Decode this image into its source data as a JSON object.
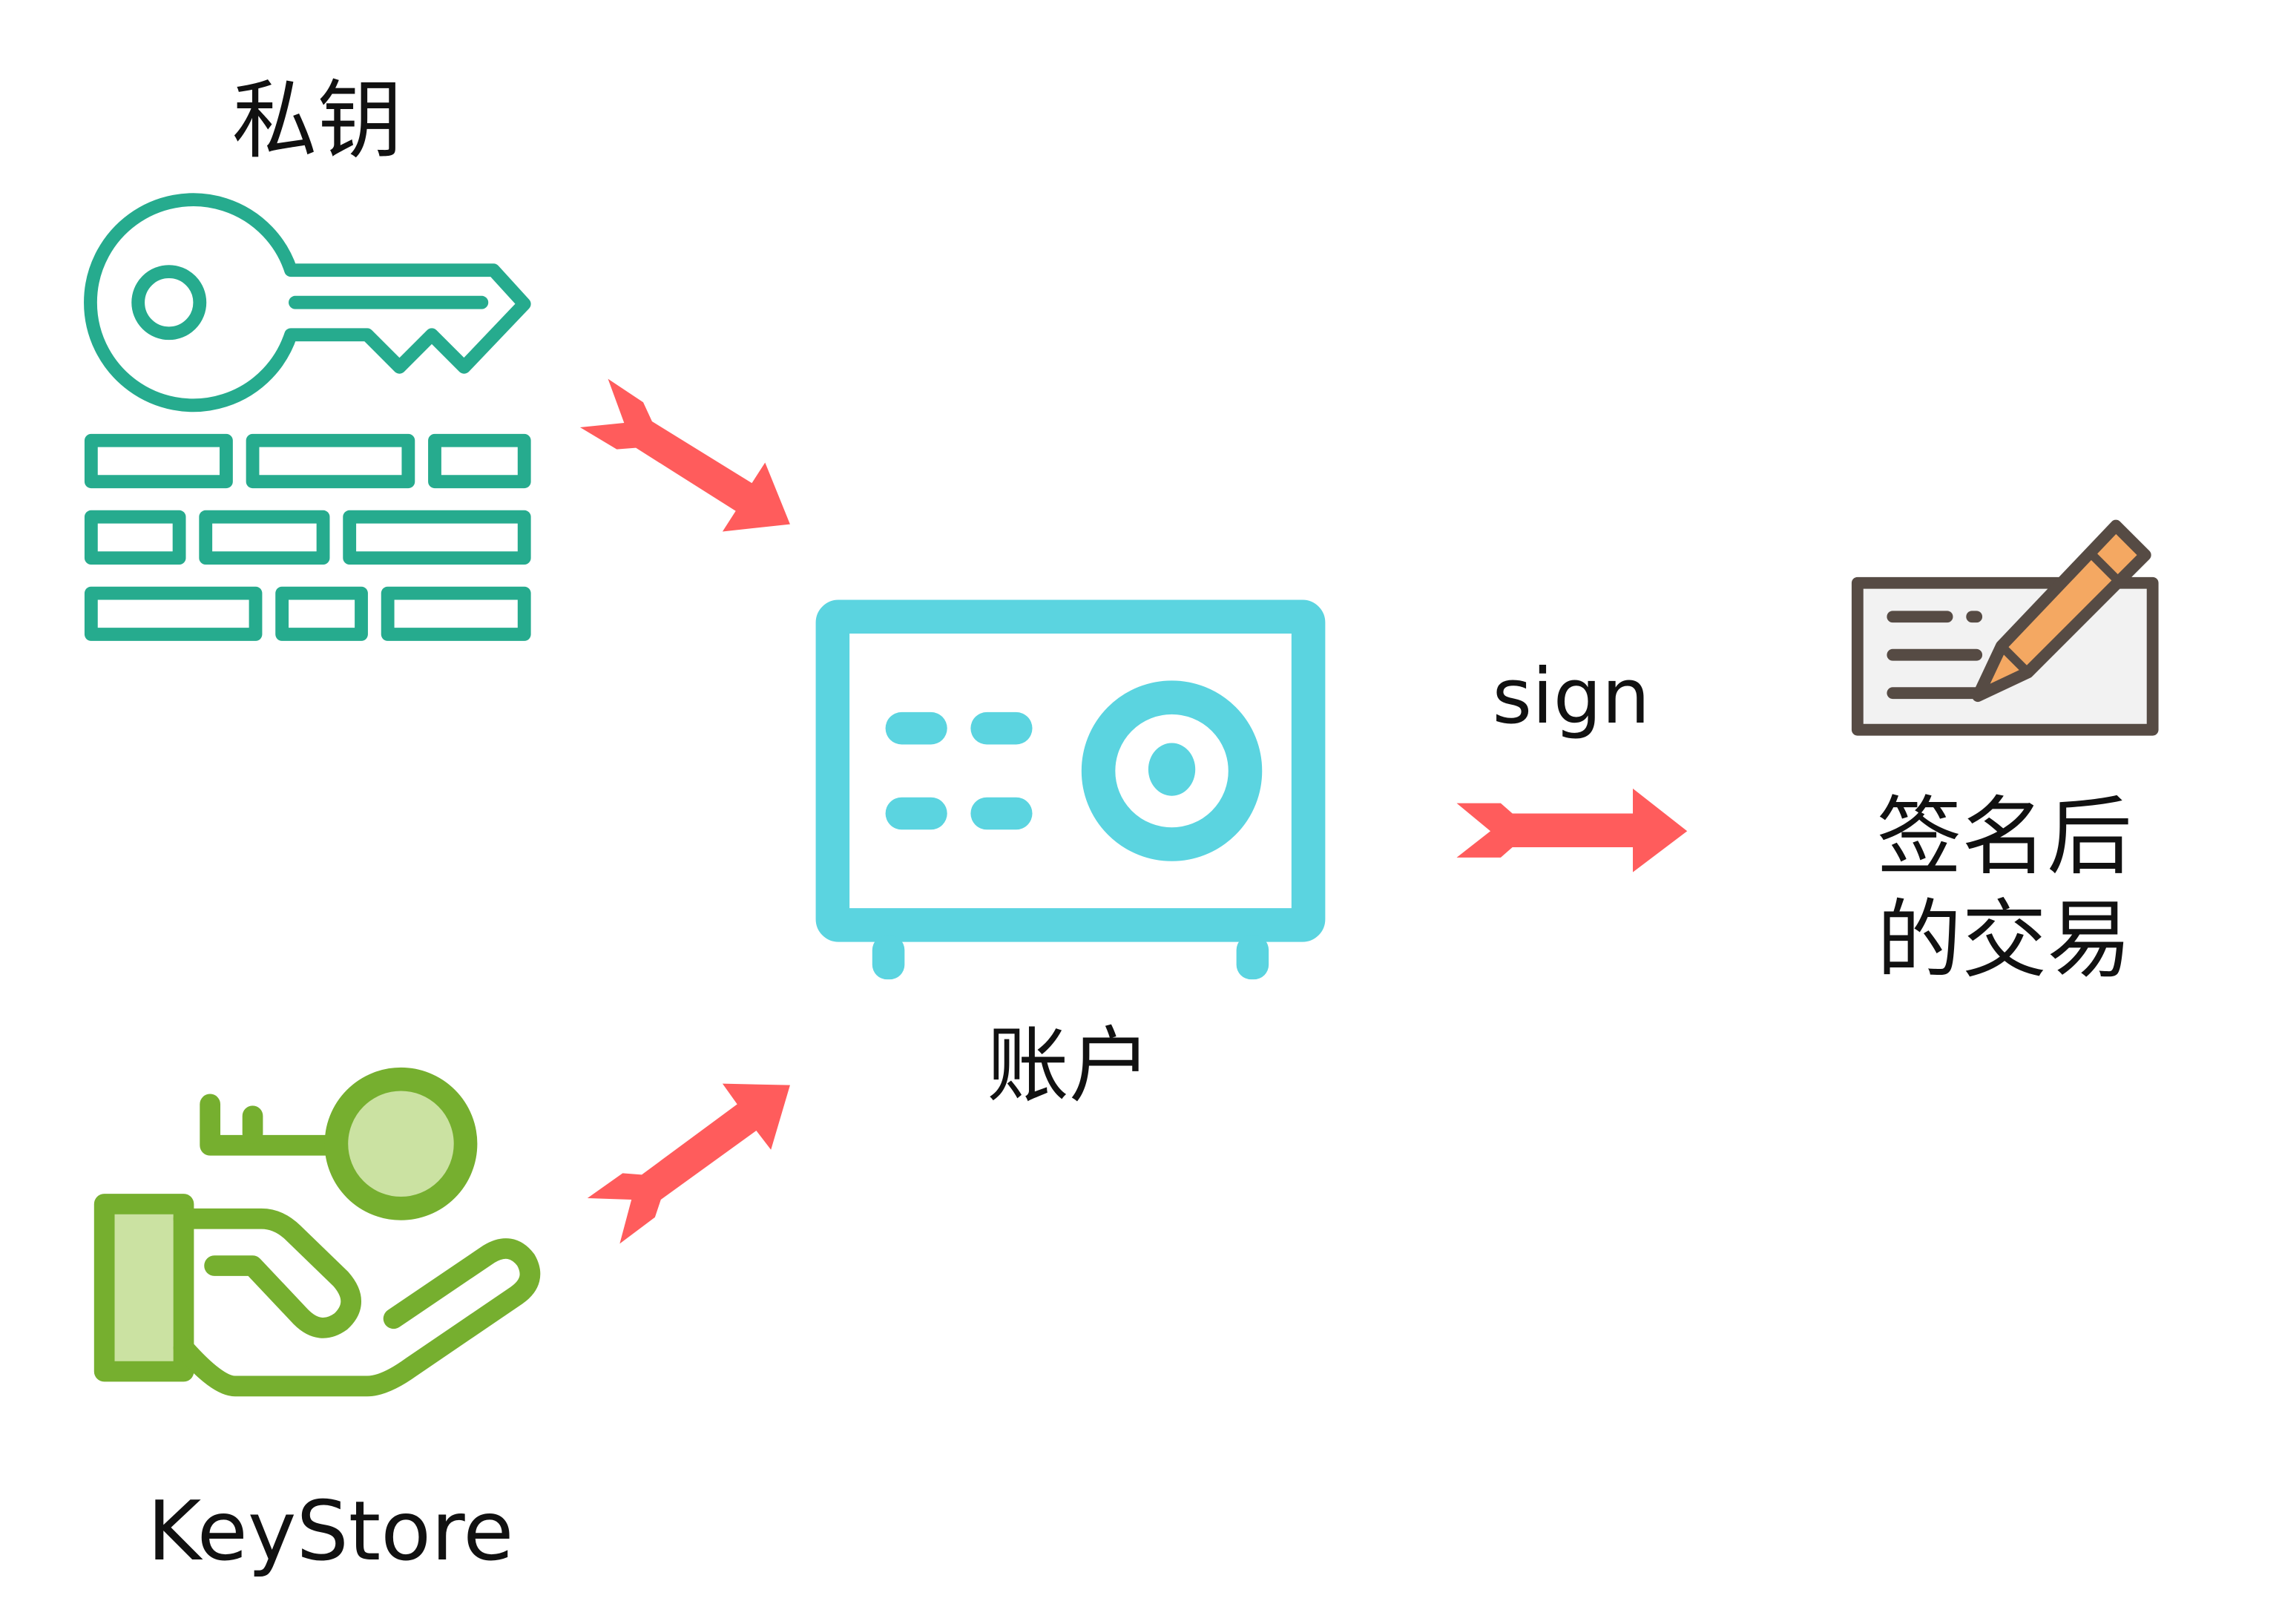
{
  "labels": {
    "private_key": "私钥",
    "keystore": "KeyStore",
    "account": "账户",
    "sign": "sign",
    "signed_tx_line1": "签名后",
    "signed_tx_line2": "的交易"
  },
  "icons": {
    "private_key": "key-icon",
    "keystore": "hand-key-icon",
    "account": "safe-icon",
    "signed_tx": "signed-document-icon"
  },
  "colors": {
    "key_green": "#26ab8e",
    "keystore_green": "#76af2f",
    "keystore_light": "#cbe2a2",
    "safe_cyan": "#5bd4e0",
    "arrow_red": "#ff5c5c",
    "doc_brown": "#564b44",
    "pen_orange": "#f4a862",
    "doc_bg": "#f2f2f2"
  }
}
